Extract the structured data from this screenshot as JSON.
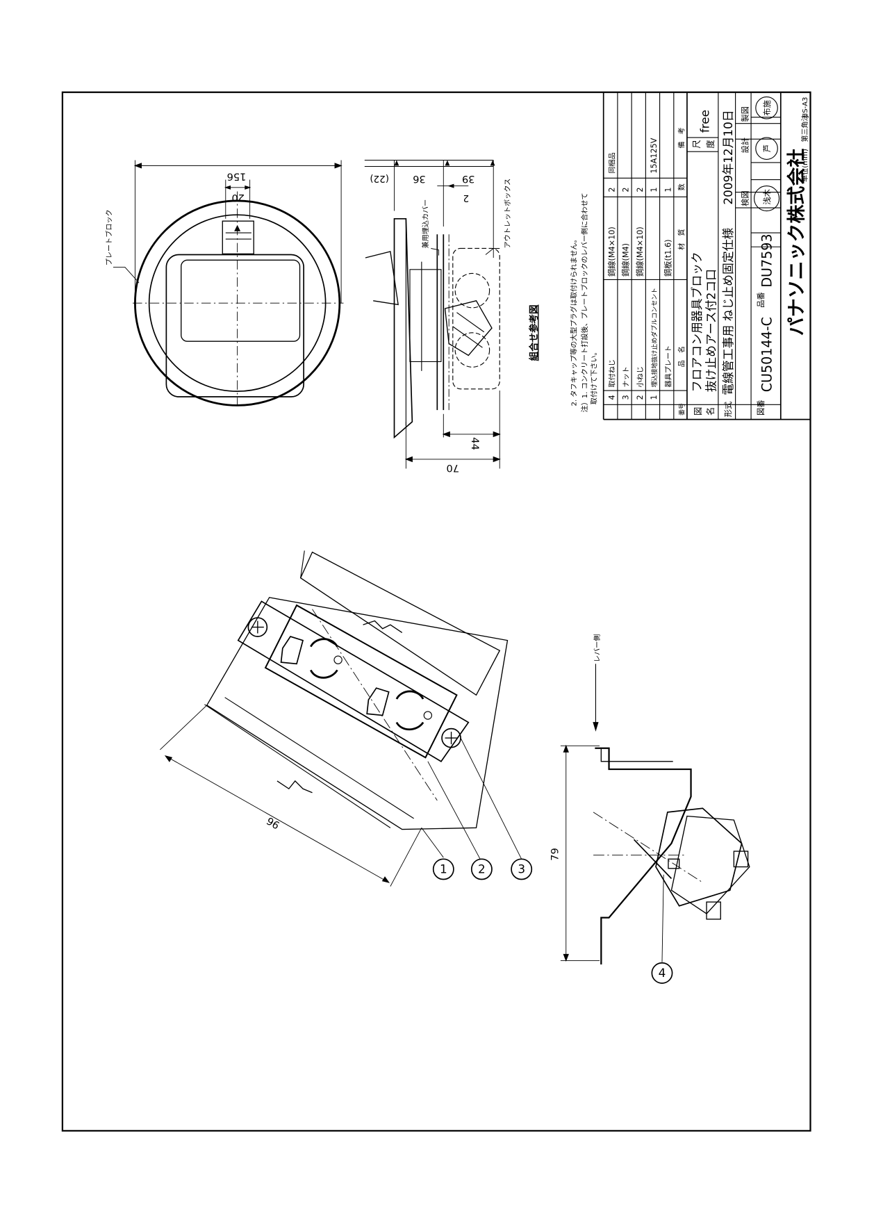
{
  "notes": {
    "note2": "2. タフキャップ等の大型プラグは取付けられません。",
    "note1": "注）1. コンクリート打設後、プレートブロックのレバー側に合わせて",
    "note1_cont": "取付けて下さい。",
    "assembly_ref": "組合せ参考図"
  },
  "drawing_labels": {
    "plate_block": "プレートブロック",
    "cover": "兼用埋込カバー",
    "outlet_box": "アウトレットボックス",
    "lever_side": "レバー側"
  },
  "dimensions": {
    "d156": "156",
    "d20": "20",
    "d22": "(22)",
    "d36": "36",
    "d2": "2",
    "d39": "39",
    "d44": "44",
    "d70": "70",
    "d96": "96",
    "d79": "79"
  },
  "balloons": [
    "1",
    "2",
    "3",
    "4"
  ],
  "parts_table": {
    "header": {
      "no": "番号",
      "name": "品　名",
      "material": "材　質",
      "qty": "数",
      "remarks": "備　考"
    },
    "rows": [
      {
        "no": "4",
        "name": "取付ねじ",
        "material": "鋼線(M4×10)",
        "qty": "2",
        "remarks": "同梱品"
      },
      {
        "no": "3",
        "name": "ナット",
        "material": "鋼線(M4)",
        "qty": "2",
        "remarks": ""
      },
      {
        "no": "2",
        "name": "小ねじ",
        "material": "鋼線(M4×10)",
        "qty": "2",
        "remarks": ""
      },
      {
        "no": "1",
        "name": "埋込接地抜け止めダブルコンセント",
        "material": "",
        "qty": "1",
        "remarks": "15A125V"
      },
      {
        "no": "",
        "name": "器具プレート",
        "material": "鋼板(t1.6)",
        "qty": "1",
        "remarks": ""
      }
    ]
  },
  "title_block": {
    "zu_label": "図",
    "mei_label": "名",
    "title_line1": "フロアコン用器具ブロック",
    "title_line2": "抜け止めアース付2コ口",
    "scale_label_1": "尺",
    "scale_label_2": "度",
    "scale_value": "free",
    "katashiki_label": "形式",
    "katashiki_value": "電線管工事用 ねじ止め固定仕様",
    "date": "2009年12月10日",
    "kenzu": "検図",
    "sekkei": "設計",
    "seizu": "製図",
    "stamp1": "浅木",
    "stamp2": "芦",
    "stamp3": "布施",
    "zuban_label": "図番",
    "model": "CU50144-C",
    "hinban_label": "品番",
    "drawing_no": "DU7593",
    "company": "パナソニック株式会社",
    "unit": "単位(mm)",
    "projection": "第三角法",
    "paper": "JIS-A3"
  }
}
